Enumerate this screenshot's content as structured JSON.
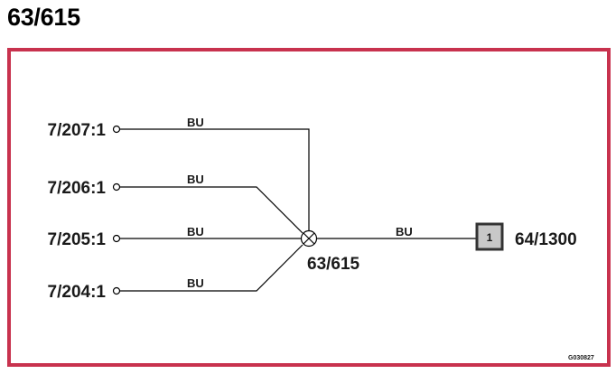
{
  "title": "63/615",
  "frame_color": "#c8324e",
  "wire_color": "#000000",
  "box_fill": "#c8c8c8",
  "terminals": [
    {
      "label": "7/207:1",
      "wire_label": "BU"
    },
    {
      "label": "7/206:1",
      "wire_label": "BU"
    },
    {
      "label": "7/205:1",
      "wire_label": "BU"
    },
    {
      "label": "7/204:1",
      "wire_label": "BU"
    }
  ],
  "splice": {
    "label": "63/615",
    "icon": "splice-cross-icon"
  },
  "output_wire_label": "BU",
  "connector": {
    "pin": "1",
    "label": "64/1300"
  },
  "ref_code": "G030827"
}
